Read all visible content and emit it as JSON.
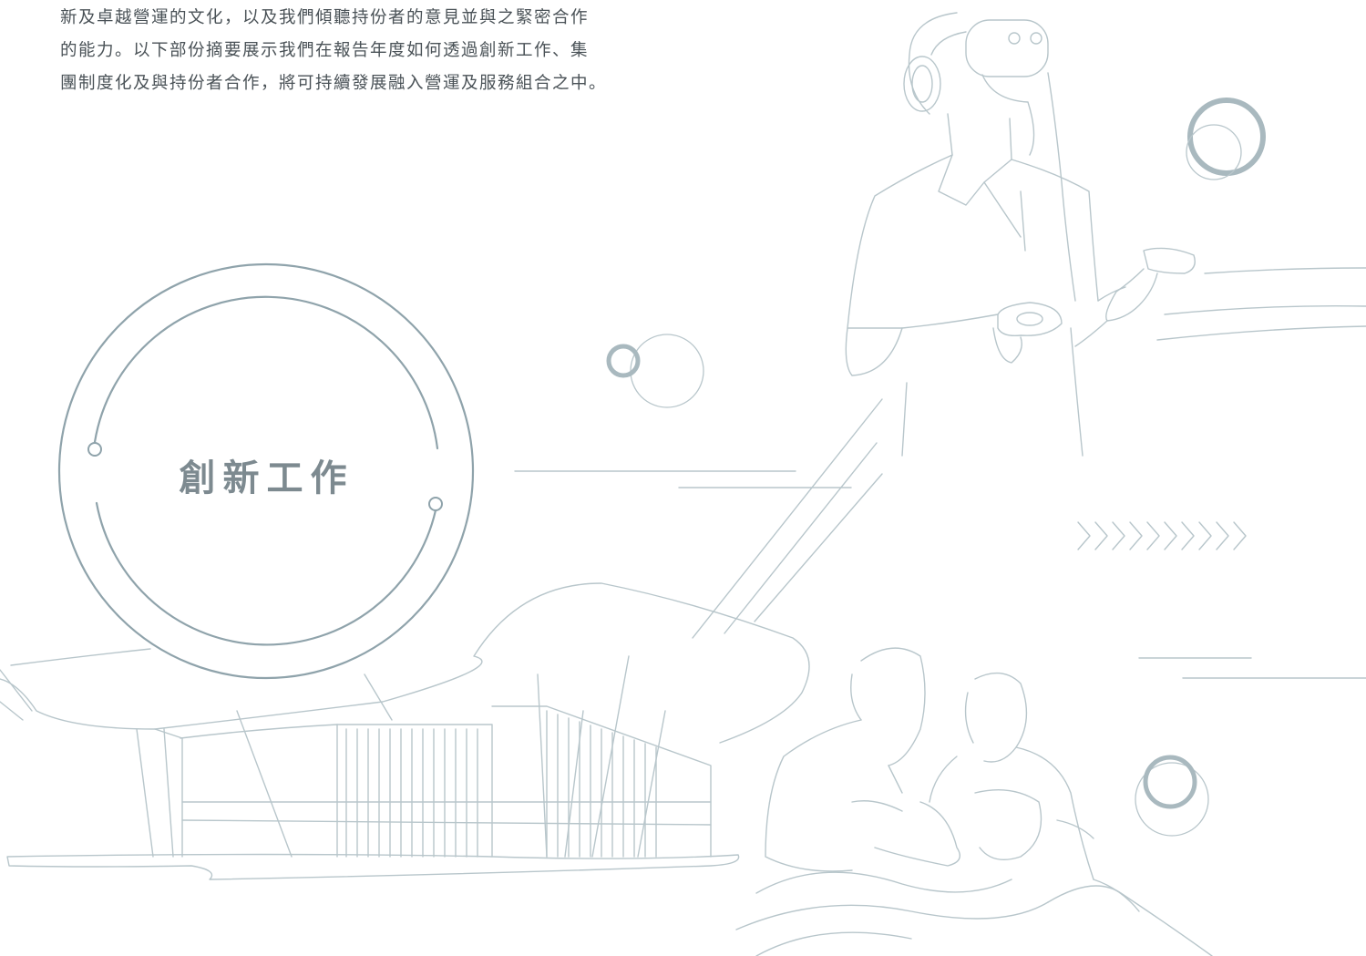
{
  "intro": {
    "lines": [
      "新及卓越營運的文化，以及我們傾聽持份者的意見並與之緊密合作",
      "的能力。以下部份摘要展示我們在報告年度如何透過創新工作、集",
      "團制度化及與持份者合作，將可持續發展融入營運及服務組合之中。"
    ]
  },
  "section": {
    "title": "創新工作"
  },
  "colors": {
    "line_art": "#b8c6cb",
    "circle_accent": "#8fa3ab",
    "ring_accent": "#a9b9bf",
    "text": "#4a5257",
    "title": "#7d8a90"
  },
  "illustrations": {
    "top_right": "person-with-vr-headset-illustration",
    "bottom_left": "stadium-building-illustration",
    "bottom_right": "family-reading-illustration",
    "decor": "chevron-arrows-icon"
  }
}
